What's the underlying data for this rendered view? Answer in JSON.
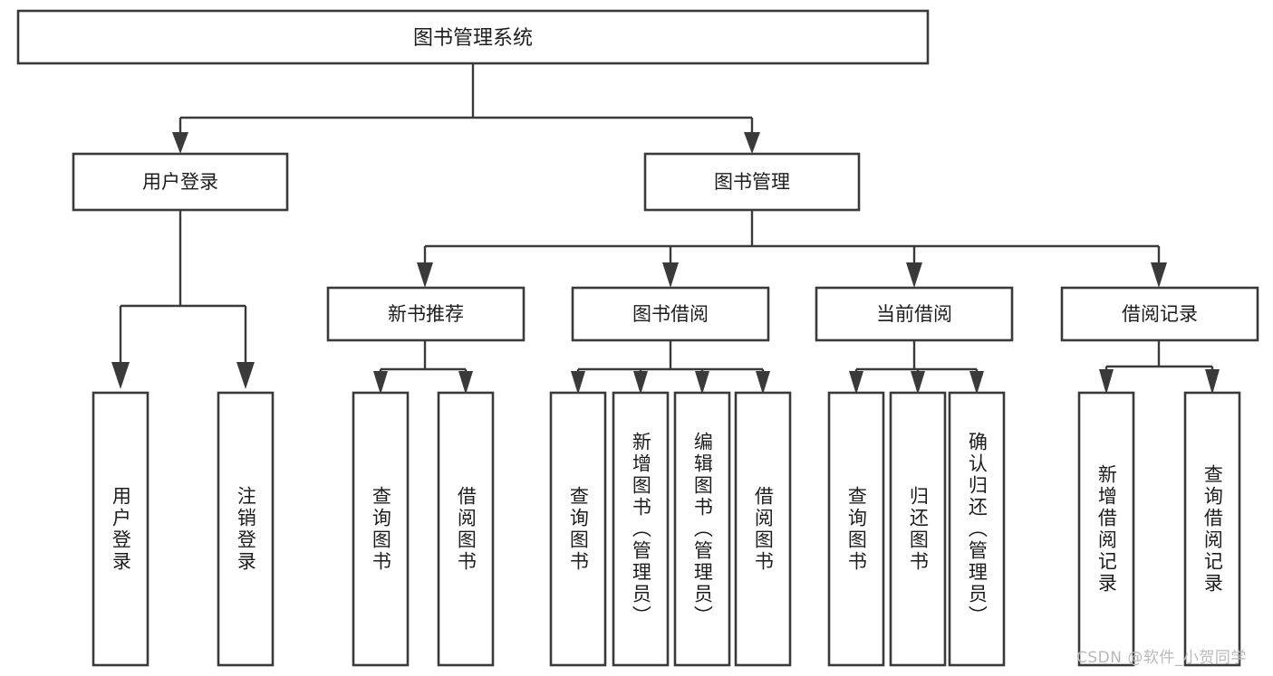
{
  "diagram": {
    "title": "图书管理系统",
    "type": "hierarchy-tree",
    "watermark": "CSDN @软件_小贺同学",
    "colors": {
      "stroke": "#3a3a3a",
      "fill": "#ffffff",
      "text": "#1d1d1d",
      "watermark": "#b9b9b9"
    },
    "root": {
      "label": "图书管理系统"
    },
    "level2": [
      {
        "label": "用户登录"
      },
      {
        "label": "图书管理"
      }
    ],
    "level3": [
      {
        "label": "新书推荐"
      },
      {
        "label": "图书借阅"
      },
      {
        "label": "当前借阅"
      },
      {
        "label": "借阅记录"
      }
    ],
    "leaves": {
      "user_login": [
        {
          "label": "用户登录"
        },
        {
          "label": "注销登录"
        }
      ],
      "new_book_recommend": [
        {
          "label": "查询图书"
        },
        {
          "label": "借阅图书"
        }
      ],
      "book_borrow": [
        {
          "label": "查询图书"
        },
        {
          "label": "新增图书（管理员）"
        },
        {
          "label": "编辑图书（管理员）"
        },
        {
          "label": "借阅图书"
        }
      ],
      "current_borrow": [
        {
          "label": "查询图书"
        },
        {
          "label": "归还图书"
        },
        {
          "label": "确认归还（管理员）"
        }
      ],
      "borrow_record": [
        {
          "label": "新增借阅记录"
        },
        {
          "label": "查询借阅记录"
        }
      ]
    }
  }
}
